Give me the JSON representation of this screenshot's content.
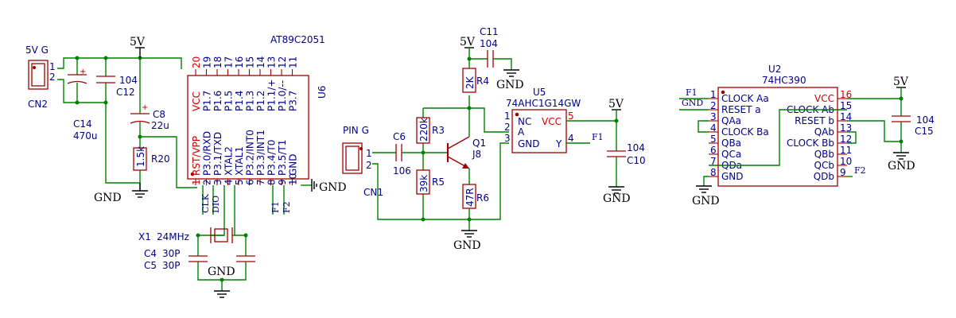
{
  "power": {
    "v5": "5V",
    "gnd": "GND",
    "vcc_red": "VCC"
  },
  "cn2": {
    "ref": "CN2",
    "name": "5V G",
    "pin1": "1",
    "pin2": "2"
  },
  "caps": {
    "c12_val": "104",
    "c12_ref": "C12",
    "c14_ref": "C14",
    "c14_val": "470u",
    "c8_ref": "C8",
    "c8_val": "22u",
    "c4_ref": "C4",
    "c4_val": "30P",
    "c5_ref": "C5",
    "c5_val": "30P",
    "c6_ref": "C6",
    "c6_val": "106",
    "c11_ref": "C11",
    "c11_val": "104",
    "c10_ref": "C10",
    "c10_val": "104",
    "c15_ref": "C15",
    "c15_val": "104"
  },
  "resistors": {
    "r20_val": "1.5k",
    "r20_ref": "R20",
    "r4_val": "2K",
    "r4_ref": "R4",
    "r3_val": "220k",
    "r3_ref": "R3",
    "r5_val": "39k",
    "r5_ref": "R5",
    "r6_val": "47R",
    "r6_ref": "R6"
  },
  "crystal": {
    "ref": "X1",
    "val": "24MHz"
  },
  "u6": {
    "part": "AT89C2051",
    "ref": "U6",
    "top_pins": [
      {
        "num": "20",
        "name": "VCC",
        "red": true
      },
      {
        "num": "19",
        "name": "P1.7",
        "red": false
      },
      {
        "num": "18",
        "name": "P1.6",
        "red": false
      },
      {
        "num": "17",
        "name": "P1.5",
        "red": false
      },
      {
        "num": "16",
        "name": "P1.4",
        "red": false
      },
      {
        "num": "15",
        "name": "P1.3",
        "red": false
      },
      {
        "num": "14",
        "name": "P1.2",
        "red": false
      },
      {
        "num": "13",
        "name": "P1.1/+",
        "red": false
      },
      {
        "num": "12",
        "name": "P1.0/--",
        "red": false
      },
      {
        "num": "11",
        "name": "P3.7",
        "red": false
      }
    ],
    "bottom_pins": [
      {
        "num": "1",
        "name": "RST/VPP",
        "red": true
      },
      {
        "num": "2",
        "name": "P3.0/RXD",
        "red": false
      },
      {
        "num": "3",
        "name": "P3.1/TXD",
        "red": false
      },
      {
        "num": "4",
        "name": "XTAL2",
        "red": false
      },
      {
        "num": "5",
        "name": "XTAL1",
        "red": false
      },
      {
        "num": "6",
        "name": "P3.2/INT0",
        "red": false
      },
      {
        "num": "7",
        "name": "P3.3/INT1",
        "red": false
      },
      {
        "num": "8",
        "name": "P3.4/T0",
        "red": false
      },
      {
        "num": "9",
        "name": "P3.5/T1",
        "red": false
      },
      {
        "num": "10",
        "name": "GND",
        "red": false
      }
    ],
    "nets": {
      "clk": "CLK",
      "dio": "DIO",
      "f1": "F1",
      "f2": "F2"
    }
  },
  "cn1": {
    "ref": "CN1",
    "name": "PIN G",
    "pin1": "1",
    "pin2": "2"
  },
  "q1": {
    "ref": "Q1",
    "val": "J8"
  },
  "u5": {
    "ref": "U5",
    "part": "74AHC1G14GW",
    "pins": {
      "nc_num": "1",
      "nc": "NC",
      "a_num": "2",
      "a": "A",
      "gnd_num": "3",
      "gnd": "GND",
      "vcc_num": "5",
      "vcc": "VCC",
      "y_num": "4",
      "y": "Y"
    },
    "out_net": "F1"
  },
  "u2": {
    "ref": "U2",
    "part": "74HC390",
    "left_pins": [
      {
        "num": "1",
        "name": "CLOCK Aa"
      },
      {
        "num": "2",
        "name": "RESET a"
      },
      {
        "num": "3",
        "name": "QAa"
      },
      {
        "num": "4",
        "name": "CLOCK Ba"
      },
      {
        "num": "5",
        "name": "QBa"
      },
      {
        "num": "6",
        "name": "QCa"
      },
      {
        "num": "7",
        "name": "QDa"
      },
      {
        "num": "8",
        "name": "GND"
      }
    ],
    "right_pins": [
      {
        "num": "16",
        "name": "VCC",
        "red": true
      },
      {
        "num": "15",
        "name": "CLOCK Ab",
        "red": false
      },
      {
        "num": "14",
        "name": "RESET b",
        "red": false
      },
      {
        "num": "13",
        "name": "QAb",
        "red": false
      },
      {
        "num": "12",
        "name": "CLOCK Bb",
        "red": false
      },
      {
        "num": "11",
        "name": "QBb",
        "red": false
      },
      {
        "num": "10",
        "name": "QCb",
        "red": false
      },
      {
        "num": "9",
        "name": "QDb",
        "red": false
      }
    ],
    "nets": {
      "f1": "F1",
      "gnd": "GND",
      "f2": "F2"
    }
  }
}
